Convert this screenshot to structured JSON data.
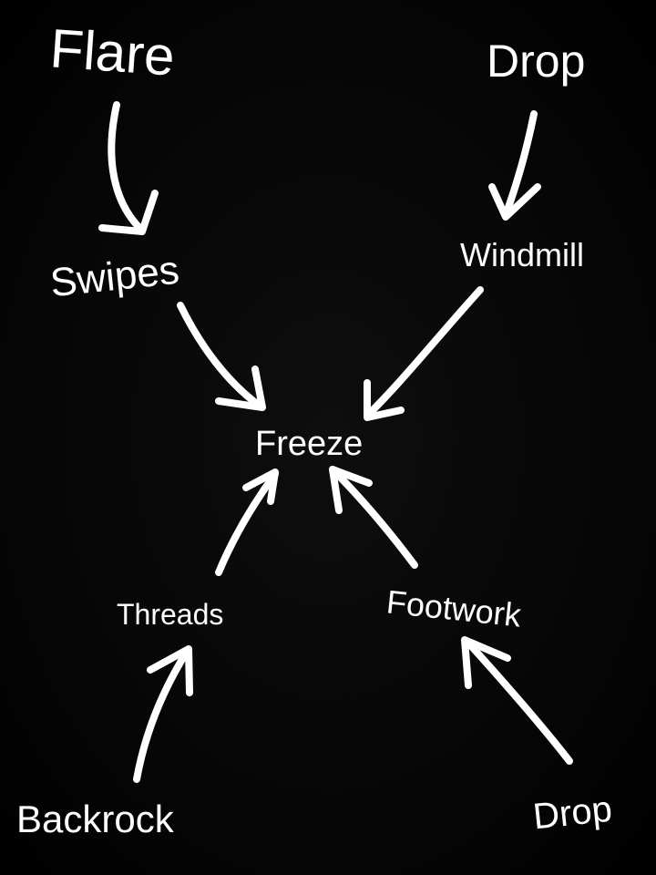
{
  "nodes": {
    "flare": "Flare",
    "drop_top": "Drop",
    "swipes": "Swipes",
    "windmill": "Windmill",
    "freeze": "Freeze",
    "threads": "Threads",
    "footwork": "Footwork",
    "backrock": "Backrock",
    "drop_bottom": "Drop"
  },
  "edges": [
    {
      "from": "Flare",
      "to": "Swipes"
    },
    {
      "from": "Drop",
      "to": "Windmill"
    },
    {
      "from": "Swipes",
      "to": "Freeze"
    },
    {
      "from": "Windmill",
      "to": "Freeze"
    },
    {
      "from": "Threads",
      "to": "Freeze"
    },
    {
      "from": "Footwork",
      "to": "Freeze"
    },
    {
      "from": "Backrock",
      "to": "Threads"
    },
    {
      "from": "Drop",
      "to": "Footwork"
    }
  ],
  "colors": {
    "background": "#000000",
    "foreground": "#ffffff"
  }
}
